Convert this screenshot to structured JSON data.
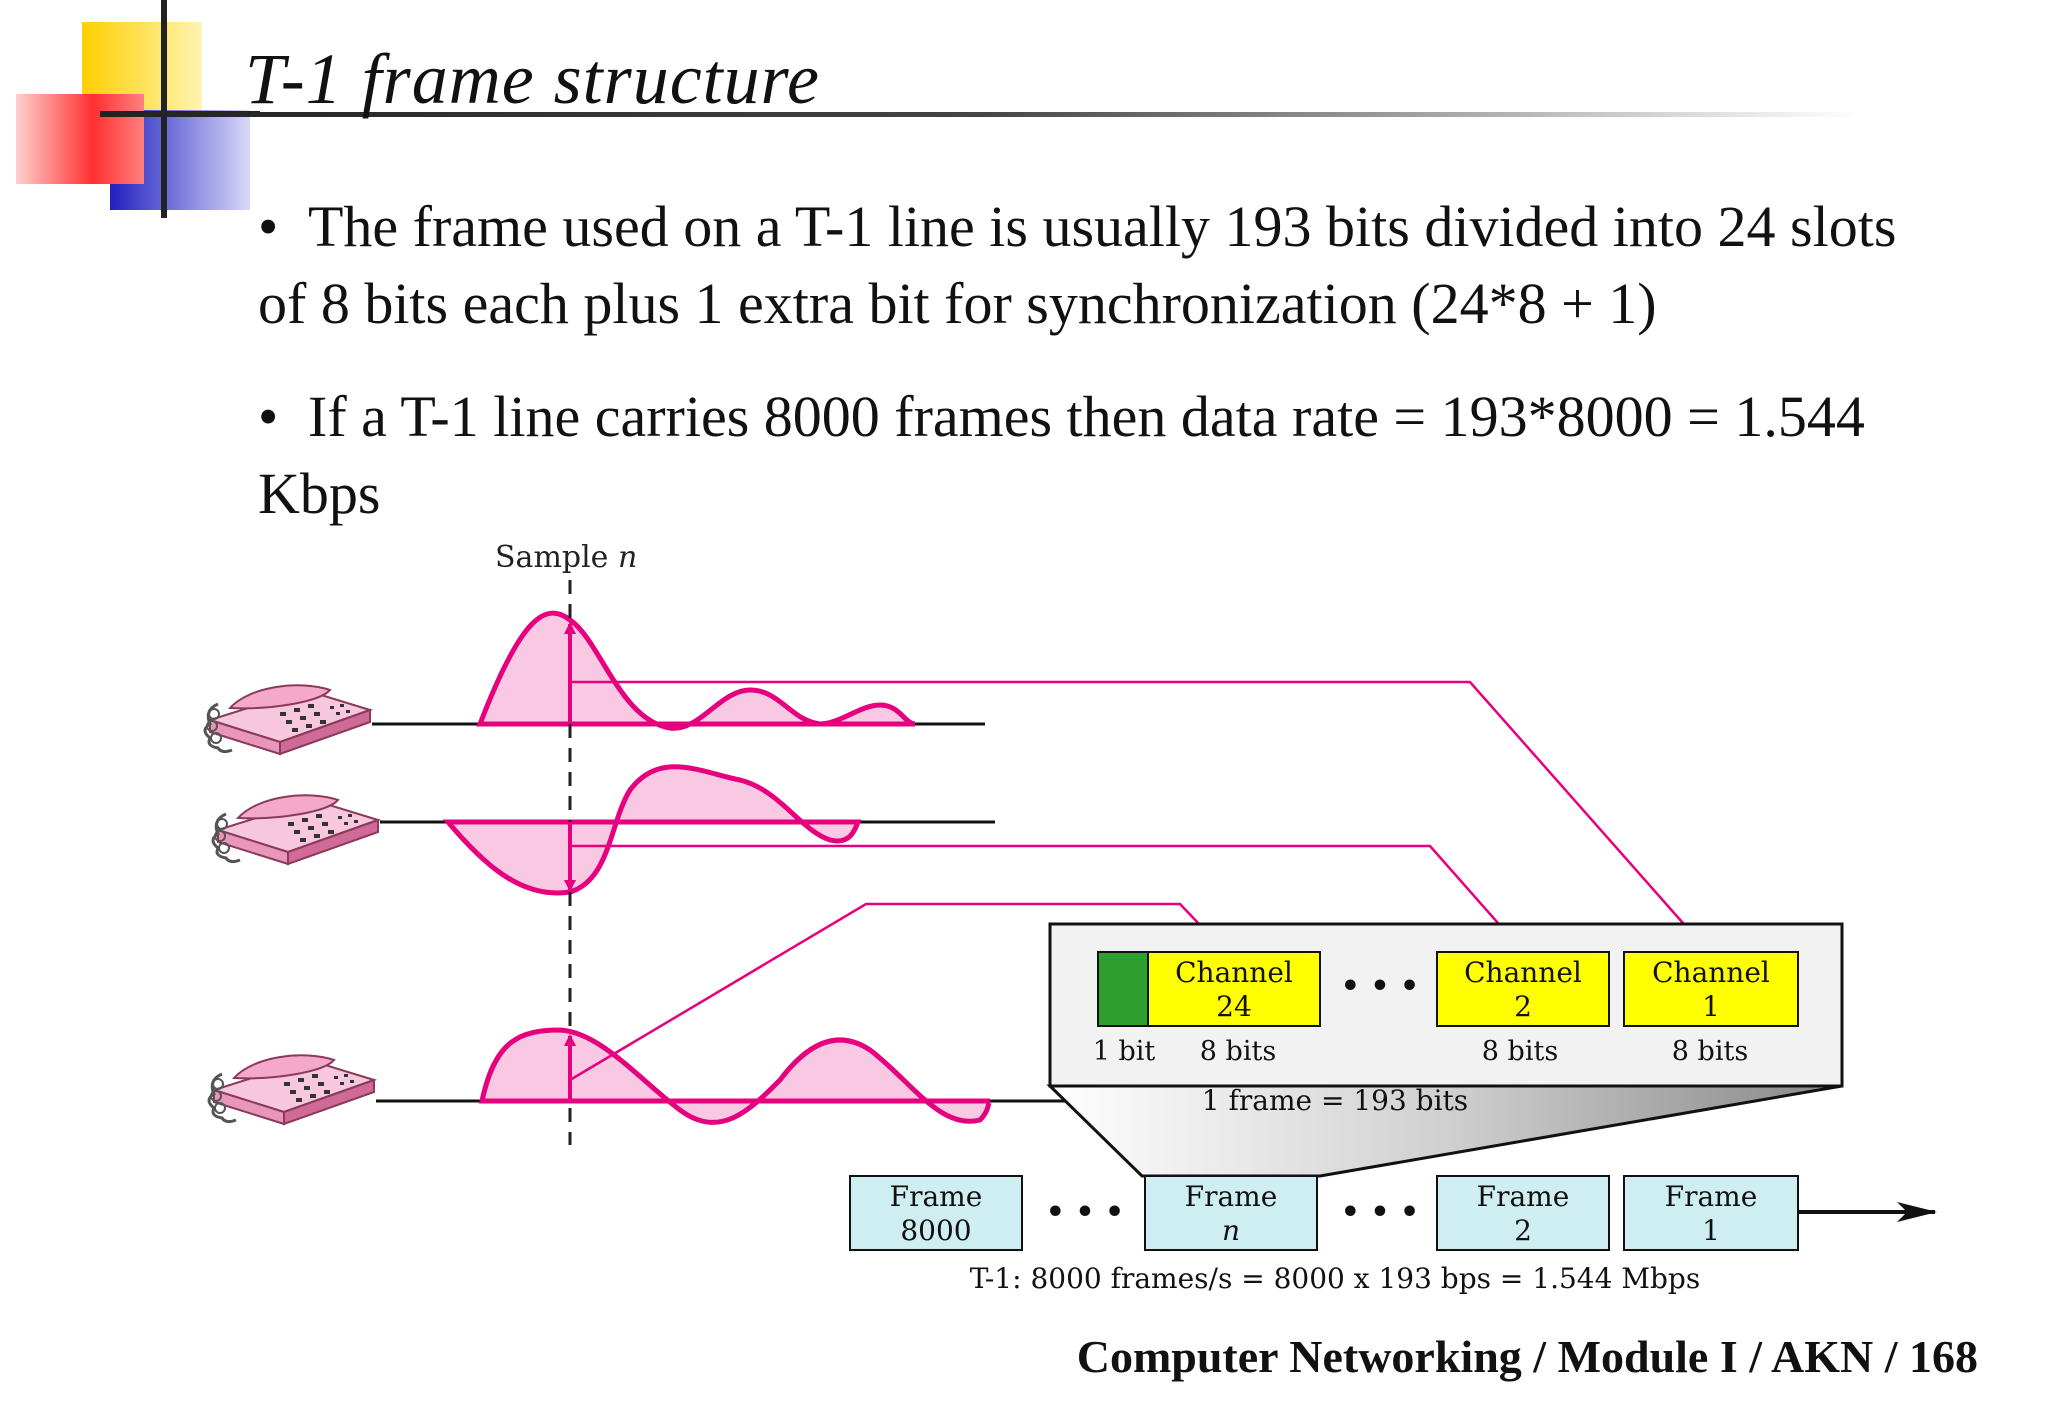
{
  "slide": {
    "title": "T-1 frame structure",
    "bullets": [
      "The frame used on a T-1 line is usually 193 bits divided into 24 slots of 8 bits each plus 1 extra bit for synchronization (24*8 + 1)",
      "If a T-1 line carries 8000 frames then data rate = 193*8000 = 1.544 Kbps"
    ],
    "footer": "Computer Networking / Module I / AKN / 168"
  },
  "diagram": {
    "sample_label": "Sample",
    "sample_var": "n",
    "channels": [
      {
        "line1": "Channel",
        "line2": "24"
      },
      {
        "line1": "Channel",
        "line2": "2"
      },
      {
        "line1": "Channel",
        "line2": "1"
      }
    ],
    "ellipsis": "• • •",
    "bit_labels": [
      "1 bit",
      "8 bits",
      "8 bits",
      "8 bits"
    ],
    "frame_size_label": "1 frame = 193 bits",
    "frames": [
      {
        "line1": "Frame",
        "line2": "8000"
      },
      {
        "line1": "Frame",
        "line2": "n"
      },
      {
        "line1": "Frame",
        "line2": "2"
      },
      {
        "line1": "Frame",
        "line2": "1"
      }
    ],
    "rate_label": "T-1: 8000 frames/s = 8000 x 193 bps = 1.544 Mbps",
    "colors": {
      "signal": "#e6007e",
      "signal_fill": "#f9c8e3",
      "channel_box": "#ffff00",
      "sync_bit": "#2e9e2e",
      "frame_box": "#cfeef2",
      "frame_panel": "#f2f2f2"
    }
  }
}
